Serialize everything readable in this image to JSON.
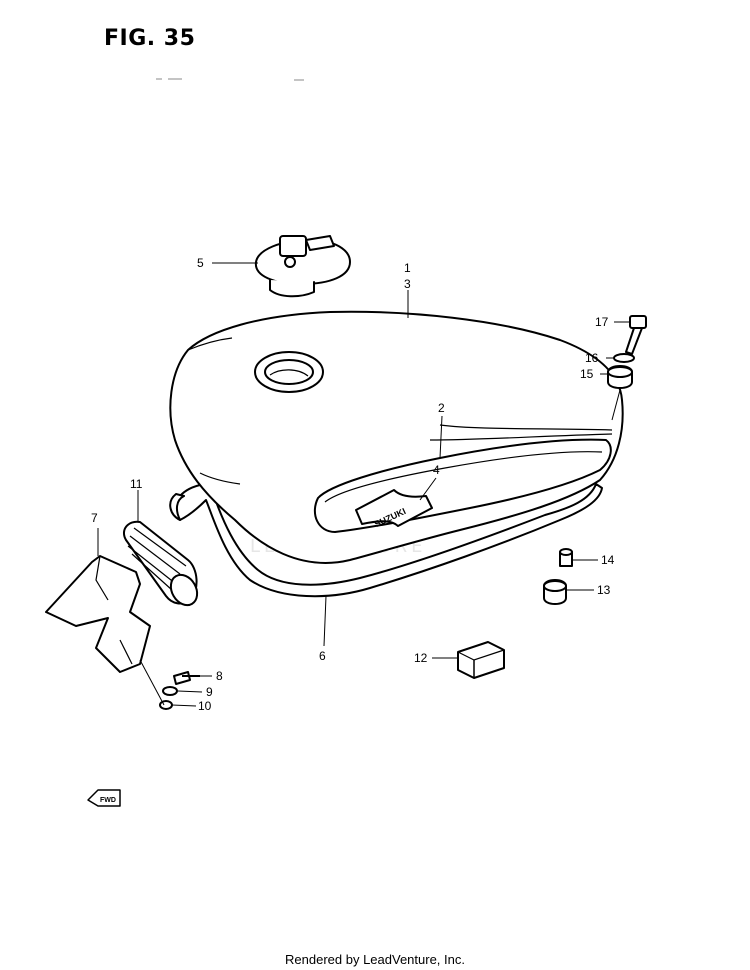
{
  "figure": {
    "title": "FIG. 35"
  },
  "watermark": {
    "text": "LEADVENTURE"
  },
  "footer": {
    "text": "Rendered by LeadVenture, Inc."
  },
  "logo": {
    "text": "SUZUKI"
  },
  "direction_marker": {
    "text": "FWD"
  },
  "callouts": [
    {
      "id": "c1",
      "label": "1"
    },
    {
      "id": "c3",
      "label": "3"
    },
    {
      "id": "c2",
      "label": "2"
    },
    {
      "id": "c4",
      "label": "4"
    },
    {
      "id": "c5",
      "label": "5"
    },
    {
      "id": "c6",
      "label": "6"
    },
    {
      "id": "c7",
      "label": "7"
    },
    {
      "id": "c8",
      "label": "8"
    },
    {
      "id": "c9",
      "label": "9"
    },
    {
      "id": "c10",
      "label": "10"
    },
    {
      "id": "c11",
      "label": "11"
    },
    {
      "id": "c12",
      "label": "12"
    },
    {
      "id": "c13",
      "label": "13"
    },
    {
      "id": "c14",
      "label": "14"
    },
    {
      "id": "c15",
      "label": "15"
    },
    {
      "id": "c16",
      "label": "16"
    },
    {
      "id": "c17",
      "label": "17"
    }
  ]
}
